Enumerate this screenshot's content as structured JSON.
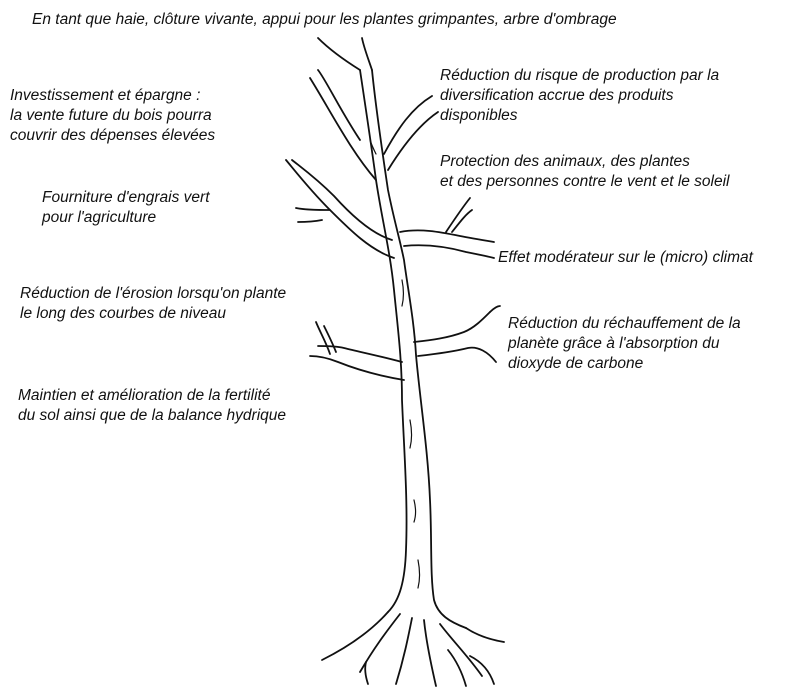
{
  "labels": {
    "top": [
      "En tant que haie, clôture vivante, appui pour les plantes grimpantes, arbre d'ombrage"
    ],
    "investment": [
      "Investissement et épargne :",
      "la vente future du bois pourra",
      "couvrir des dépenses élevées"
    ],
    "green_manure": [
      "Fourniture d'engrais vert",
      "pour l'agriculture"
    ],
    "erosion": [
      "Réduction de l'érosion lorsqu'on plante",
      "le long des courbes de niveau"
    ],
    "fertility": [
      "Maintien et amélioration de la fertilité",
      "du sol ainsi que de la balance hydrique"
    ],
    "risk": [
      "Réduction du risque de production par la",
      "diversification accrue des produits",
      " disponibles"
    ],
    "protection": [
      "Protection des animaux, des plantes",
      "et des personnes contre le vent et le soleil"
    ],
    "climate": [
      "Effet modérateur sur le (micro) climat"
    ],
    "warming": [
      "Réduction du réchauffement de la",
      "planète grâce à l'absorption du",
      "dioxyde de carbone"
    ]
  }
}
